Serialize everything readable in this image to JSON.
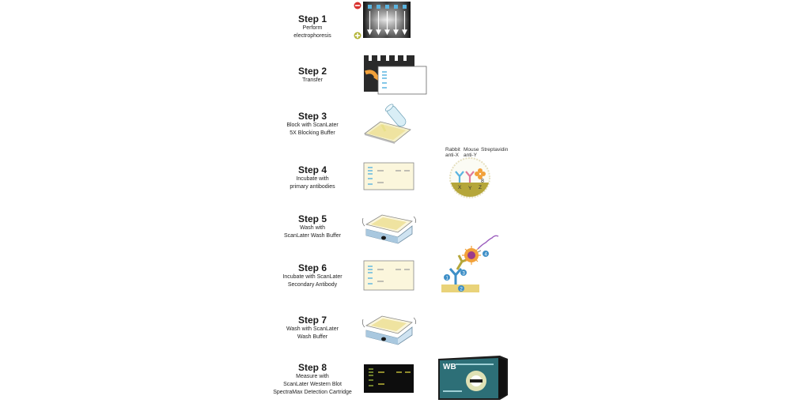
{
  "steps": [
    {
      "title": "Step 1",
      "desc": "Perform\nelectrophoresis"
    },
    {
      "title": "Step 2",
      "desc": "Transfer"
    },
    {
      "title": "Step 3",
      "desc": "Block with ScanLater\n5X Blocking Buffer"
    },
    {
      "title": "Step 4",
      "desc": "Incubate with\nprimary antibodies"
    },
    {
      "title": "Step 5",
      "desc": "Wash with\nScanLater Wash Buffer"
    },
    {
      "title": "Step 6",
      "desc": "Incubate with ScanLater\nSecondary Antibody"
    },
    {
      "title": "Step 7",
      "desc": "Wash with ScanLater\nWash Buffer"
    },
    {
      "title": "Step 8",
      "desc": "Measure with\nScanLater Western Blot\nSpectraMax Detection Cartridge"
    }
  ],
  "antibody_labels": {
    "rabbit_1": "Rabbit",
    "rabbit_2": "anti-X",
    "mouse_1": "Mouse",
    "mouse_2": "anti-Y",
    "strep": "Streptavidin",
    "x": "X",
    "y": "Y",
    "z": "Z"
  },
  "cartridge": {
    "logo": "WB"
  },
  "diagram_numbers": [
    "1",
    "2",
    "3",
    "4"
  ],
  "colors": {
    "blue_band": "#5ab4e0",
    "gel_dark": "#1a1a1a",
    "membrane": "#fbf6dc",
    "green_band": "#9ab23a"
  }
}
